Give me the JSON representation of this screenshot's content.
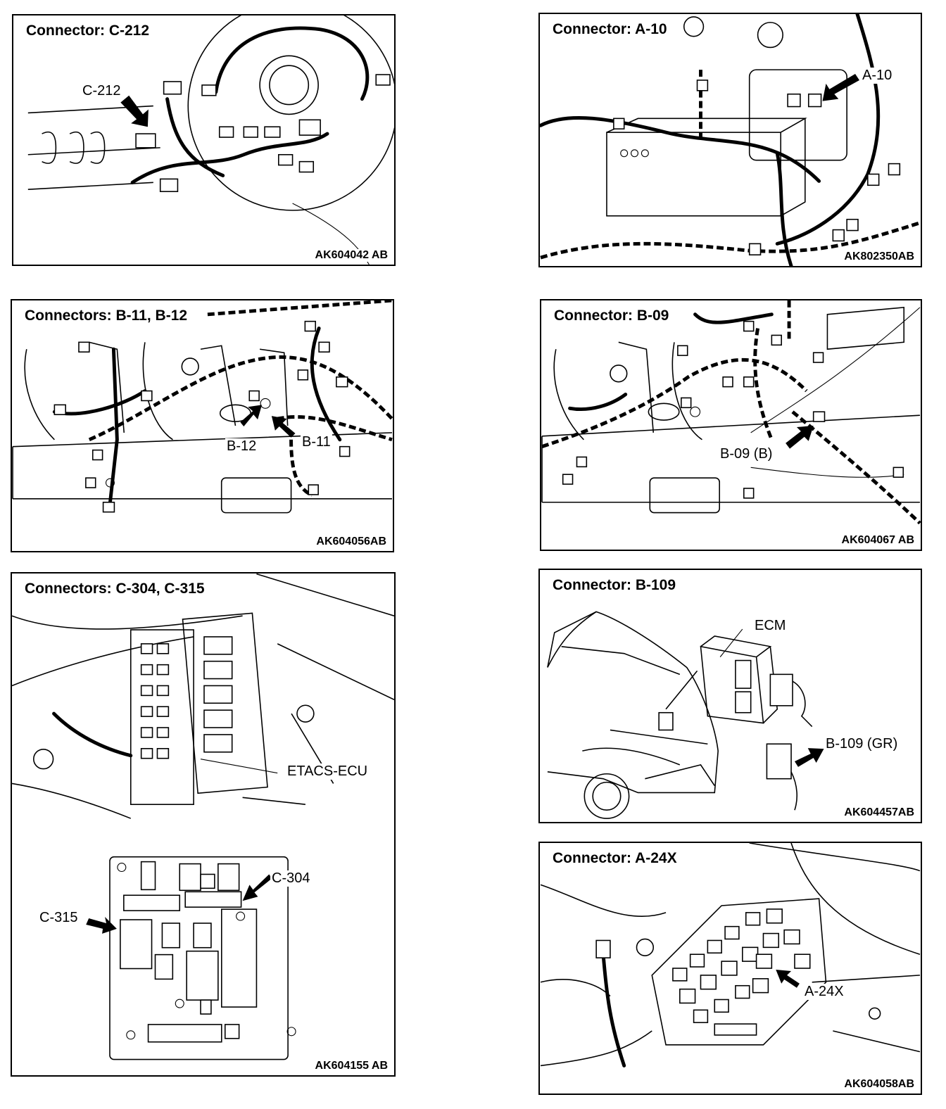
{
  "panels": [
    {
      "title": "Connector: C-212",
      "code": "AK604042 AB",
      "labels": [
        "C-212"
      ]
    },
    {
      "title": "Connector: A-10",
      "code": "AK802350AB",
      "labels": [
        "A-10"
      ]
    },
    {
      "title": "Connectors: B-11, B-12",
      "code": "AK604056AB",
      "labels": [
        "B-12",
        "B-11"
      ]
    },
    {
      "title": "Connector: B-09",
      "code": "AK604067 AB",
      "labels": [
        "B-09 (B)"
      ]
    },
    {
      "title": "Connectors:  C-304, C-315",
      "code": "AK604155 AB",
      "labels": [
        "ETACS-ECU",
        "C-304",
        "C-315"
      ]
    },
    {
      "title": "Connector: B-109",
      "code": "AK604457AB",
      "labels": [
        "ECM",
        "B-109 (GR)"
      ]
    },
    {
      "title": "Connector: A-24X",
      "code": "AK604058AB",
      "labels": [
        "A-24X"
      ]
    }
  ]
}
